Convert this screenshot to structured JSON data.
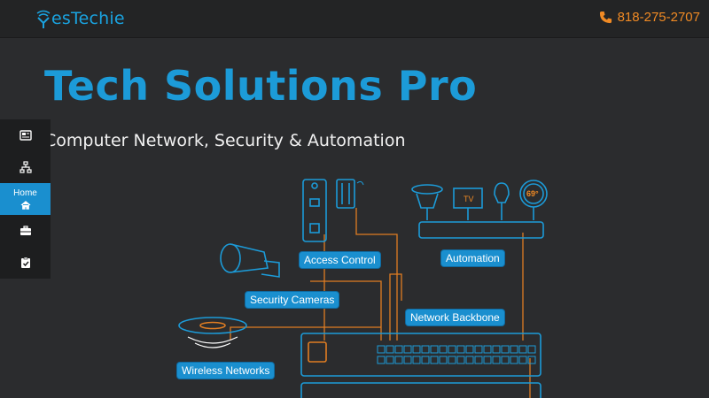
{
  "header": {
    "logo_text": "esTechie",
    "phone": "818-275-2707"
  },
  "hero": {
    "title": "Tech Solutions Pro",
    "subtitle": "Computer Network, Security & Automation"
  },
  "sidenav": {
    "items": [
      {
        "name": "news",
        "label": ""
      },
      {
        "name": "network",
        "label": ""
      },
      {
        "name": "home",
        "label": "Home"
      },
      {
        "name": "briefcase",
        "label": ""
      },
      {
        "name": "clipboard",
        "label": ""
      }
    ]
  },
  "diagram": {
    "labels": {
      "access_control": "Access Control",
      "automation": "Automation",
      "security_cameras": "Security Cameras",
      "network_backbone": "Network Backbone",
      "wireless_networks": "Wireless Networks"
    },
    "tv_text": "TV",
    "thermostat_text": "69°"
  },
  "colors": {
    "accent": "#1c9bd8",
    "orange": "#f08a24",
    "background": "#2b2c2e"
  }
}
